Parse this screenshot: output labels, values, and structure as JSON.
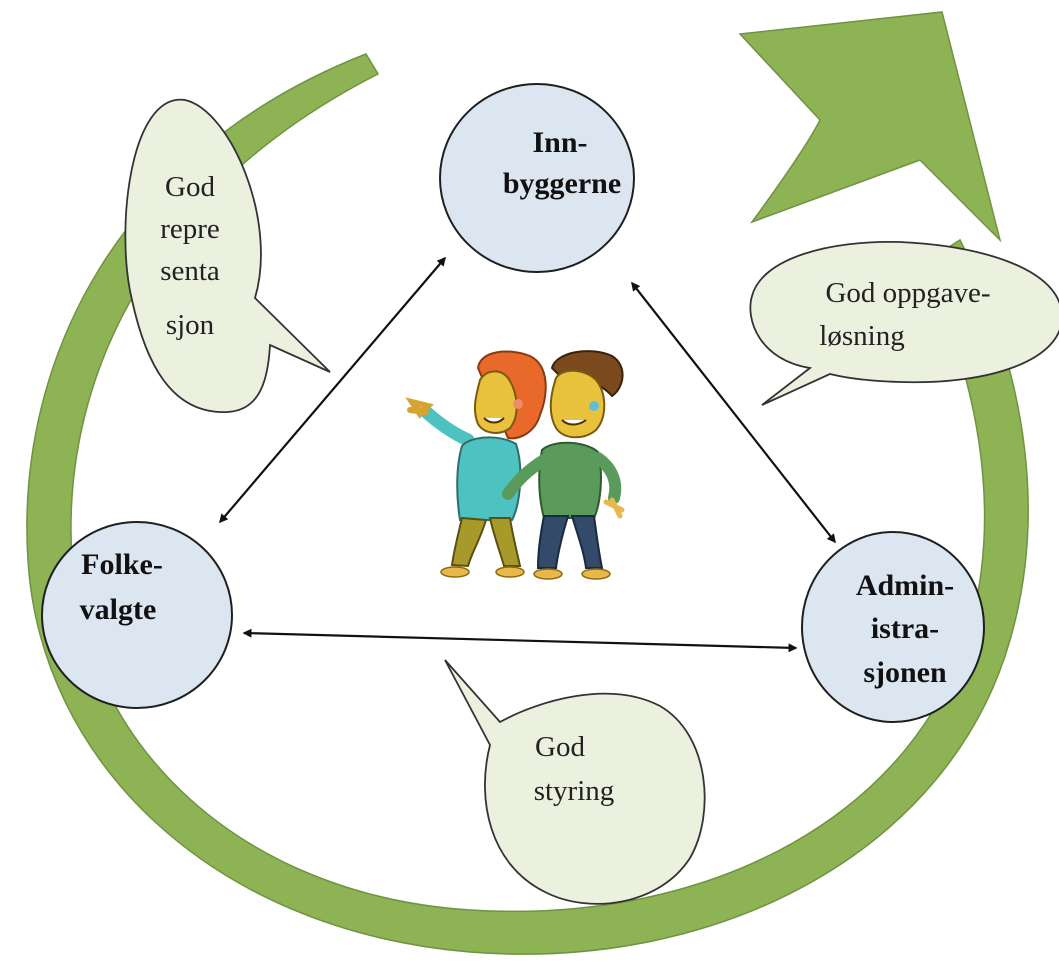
{
  "colors": {
    "cycle_arrow": "#8db354",
    "node_fill": "#dce6f1",
    "node_stroke": "#1f1f1f",
    "bubble_fill": "#ebf1de",
    "connector": "#111111"
  },
  "nodes": {
    "innbyggerne": {
      "line1": "Inn-",
      "line2": "byggerne"
    },
    "folkevalgte": {
      "line1": "Folke-",
      "line2": "valgte"
    },
    "administrasjonen": {
      "line1": "Admin-",
      "line2": "istra-",
      "line3": "sjonen"
    }
  },
  "bubbles": {
    "representasjon": {
      "line1": "God",
      "line2": "repre",
      "line3": "senta",
      "line4": "sjon"
    },
    "oppgavelosning": {
      "line1": "God oppgave-",
      "line2": "løsning"
    },
    "styring": {
      "line1": "God",
      "line2": "styring"
    }
  },
  "illustration": {
    "icon": "two-people-clipart"
  }
}
